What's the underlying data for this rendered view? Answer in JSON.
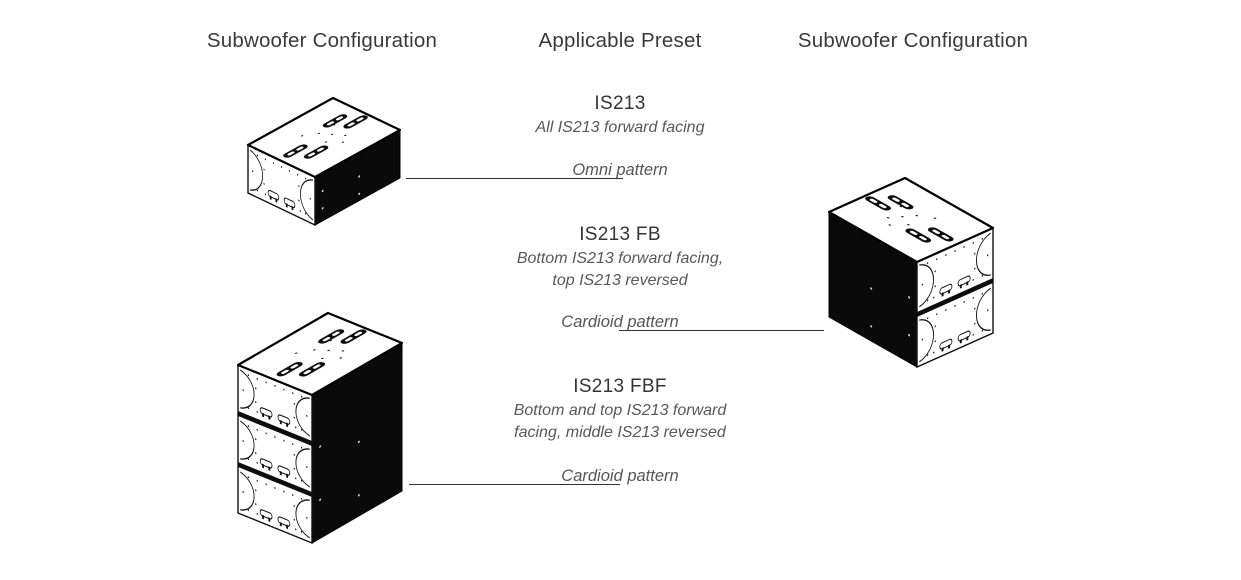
{
  "headers": {
    "left": "Subwoofer Configuration",
    "center": "Applicable Preset",
    "right": "Subwoofer Configuration"
  },
  "presets": [
    {
      "name": "IS213",
      "description": "All IS213 forward facing",
      "pattern": "Omni pattern"
    },
    {
      "name": "IS213 FB",
      "description": "Bottom IS213 forward facing,\ntop IS213 reversed",
      "pattern": "Cardioid pattern"
    },
    {
      "name": "IS213 FBF",
      "description": "Bottom and top IS213 forward\nfacing, middle IS213 reversed",
      "pattern": "Cardioid pattern"
    }
  ],
  "figures": [
    {
      "name": "single-is213-subwoofer",
      "units": 1,
      "facing": "left"
    },
    {
      "name": "two-stack-is213-subwoofers",
      "units": 2,
      "facing": "right"
    },
    {
      "name": "three-stack-is213-subwoofers",
      "units": 3,
      "facing": "left"
    }
  ],
  "colors": {
    "text": "#3a3a3a",
    "muted": "#585858",
    "line": "#333333",
    "ink": "#0d0d0d",
    "cabinet_face": "#ffffff",
    "cabinet_side": "#0a0a0a"
  }
}
